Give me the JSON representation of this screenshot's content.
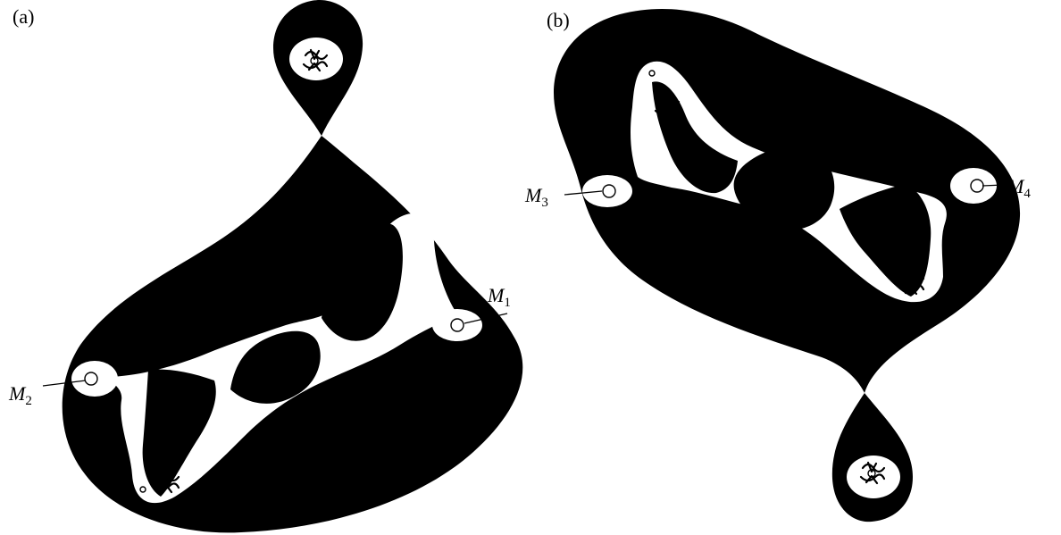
{
  "panels": [
    {
      "id": "a",
      "label": "(a)",
      "markers": [
        {
          "letter": "M",
          "index": "1"
        },
        {
          "letter": "M",
          "index": "2"
        }
      ]
    },
    {
      "id": "b",
      "label": "(b)",
      "markers": [
        {
          "letter": "M",
          "index": "3"
        },
        {
          "letter": "M",
          "index": "4"
        }
      ]
    }
  ],
  "colors": {
    "fill": "#000000",
    "background": "#ffffff"
  }
}
